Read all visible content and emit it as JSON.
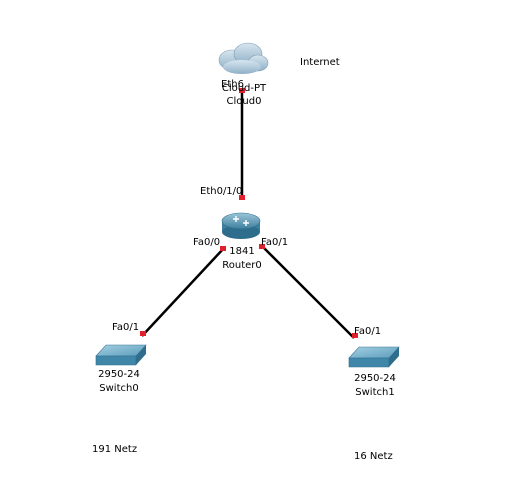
{
  "diagram": {
    "cloud": {
      "model": "Cloud-PT",
      "name": "Cloud0",
      "port": "Eth6"
    },
    "router": {
      "model": "1841",
      "name": "Router0",
      "port_top": "Eth0/1/0",
      "port_left": "Fa0/0",
      "port_right": "Fa0/1"
    },
    "switch0": {
      "model": "2950-24",
      "name": "Switch0",
      "port": "Fa0/1"
    },
    "switch1": {
      "model": "2950-24",
      "name": "Switch1",
      "port": "Fa0/1"
    },
    "notes": {
      "internet": "Internet",
      "net_left": "191 Netz",
      "net_right": "16 Netz"
    },
    "colors": {
      "link": "#000000",
      "link_status": "#e0202a",
      "device_blue": "#4a8fb0",
      "cloud": "#a8c2d4"
    }
  }
}
